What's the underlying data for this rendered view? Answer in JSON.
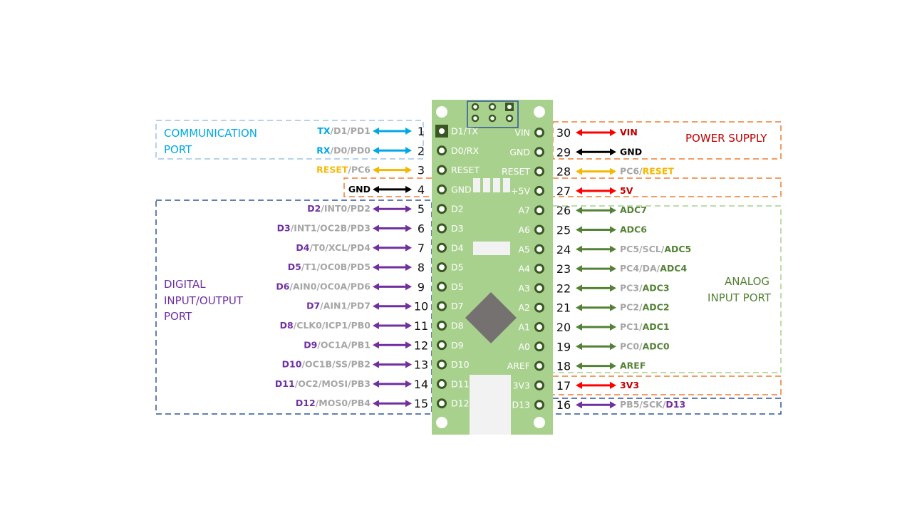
{
  "colors": {
    "board": "#a9d18e",
    "comm": "#00a9e6",
    "comm_box": "#9dc3e6",
    "power": "#c00000",
    "power_box": "#ed7d31",
    "reset": "#f5b800",
    "digital": "#7030a0",
    "digital_box": "#2f5597",
    "analog": "#548235",
    "analog_box": "#a9d18e",
    "alt": "#a6a6a6",
    "ground": "#000000",
    "supply_arrow": "#ff0000"
  },
  "groups": {
    "communication": {
      "line1": "COMMUNICATION",
      "line2": "PORT"
    },
    "power": {
      "line1": "POWER SUPPLY"
    },
    "digital": {
      "line1": "DIGITAL",
      "line2": "INPUT/OUTPUT",
      "line3": "PORT"
    },
    "analog": {
      "line1": "ANALOG",
      "line2": "INPUT PORT"
    }
  },
  "left_pins": [
    {
      "num": "1",
      "board": "D1/TX",
      "kind": "comm",
      "label": [
        {
          "t": "TX",
          "c": "comm"
        },
        {
          "t": "/D1/PD1",
          "c": "alt"
        }
      ]
    },
    {
      "num": "2",
      "board": "D0/RX",
      "kind": "comm",
      "label": [
        {
          "t": "RX",
          "c": "comm"
        },
        {
          "t": "/D0/PD0",
          "c": "alt"
        }
      ]
    },
    {
      "num": "3",
      "board": "RESET",
      "kind": "reset",
      "label": [
        {
          "t": "RESET",
          "c": "reset"
        },
        {
          "t": "/PC6",
          "c": "alt"
        }
      ]
    },
    {
      "num": "4",
      "board": "GND",
      "kind": "ground",
      "label": [
        {
          "t": "GND",
          "c": "ground"
        }
      ]
    },
    {
      "num": "5",
      "board": "D2",
      "kind": "digital",
      "label": [
        {
          "t": "D2",
          "c": "digital"
        },
        {
          "t": "/INT0/PD2",
          "c": "alt"
        }
      ]
    },
    {
      "num": "6",
      "board": "D3",
      "kind": "digital",
      "label": [
        {
          "t": "D3",
          "c": "digital"
        },
        {
          "t": "/INT1/OC2B/PD3",
          "c": "alt"
        }
      ]
    },
    {
      "num": "7",
      "board": "D4",
      "kind": "digital",
      "label": [
        {
          "t": "D4",
          "c": "digital"
        },
        {
          "t": "/T0/XCL/PD4",
          "c": "alt"
        }
      ]
    },
    {
      "num": "8",
      "board": "D5",
      "kind": "digital",
      "label": [
        {
          "t": "D5",
          "c": "digital"
        },
        {
          "t": "/T1/OC0B/PD5",
          "c": "alt"
        }
      ]
    },
    {
      "num": "9",
      "board": "D5",
      "kind": "digital",
      "label": [
        {
          "t": "D6",
          "c": "digital"
        },
        {
          "t": "/AIN0/OC0A/PD6",
          "c": "alt"
        }
      ]
    },
    {
      "num": "10",
      "board": "D7",
      "kind": "digital",
      "label": [
        {
          "t": "D7",
          "c": "digital"
        },
        {
          "t": "/AIN1/PD7",
          "c": "alt"
        }
      ]
    },
    {
      "num": "11",
      "board": "D8",
      "kind": "digital",
      "label": [
        {
          "t": "D8",
          "c": "digital"
        },
        {
          "t": "/CLK0/ICP1/PB0",
          "c": "alt"
        }
      ]
    },
    {
      "num": "12",
      "board": "D9",
      "kind": "digital",
      "label": [
        {
          "t": "D9",
          "c": "digital"
        },
        {
          "t": "/OC1A/PB1",
          "c": "alt"
        }
      ]
    },
    {
      "num": "13",
      "board": "D10",
      "kind": "digital",
      "label": [
        {
          "t": "D10",
          "c": "digital"
        },
        {
          "t": "/OC1B/SS/PB2",
          "c": "alt"
        }
      ]
    },
    {
      "num": "14",
      "board": "D11",
      "kind": "digital",
      "label": [
        {
          "t": "D11",
          "c": "digital"
        },
        {
          "t": "/OC2/MOSI/PB3",
          "c": "alt"
        }
      ]
    },
    {
      "num": "15",
      "board": "D12",
      "kind": "digital",
      "label": [
        {
          "t": "D12",
          "c": "digital"
        },
        {
          "t": "/MOS0/PB4",
          "c": "alt"
        }
      ]
    }
  ],
  "right_pins": [
    {
      "num": "30",
      "board": "VIN",
      "kind": "power",
      "label": [
        {
          "t": "VIN",
          "c": "power"
        }
      ]
    },
    {
      "num": "29",
      "board": "GND",
      "kind": "ground",
      "label": [
        {
          "t": "GND",
          "c": "ground"
        }
      ]
    },
    {
      "num": "28",
      "board": "RESET",
      "kind": "reset",
      "label": [
        {
          "t": "PC6/",
          "c": "alt"
        },
        {
          "t": "RESET",
          "c": "reset"
        }
      ]
    },
    {
      "num": "27",
      "board": "+5V",
      "kind": "power",
      "label": [
        {
          "t": "5V",
          "c": "power"
        }
      ]
    },
    {
      "num": "26",
      "board": "A7",
      "kind": "analog",
      "label": [
        {
          "t": "ADC7",
          "c": "analog"
        }
      ]
    },
    {
      "num": "25",
      "board": "A6",
      "kind": "analog",
      "label": [
        {
          "t": "ADC6",
          "c": "analog"
        }
      ]
    },
    {
      "num": "24",
      "board": "A5",
      "kind": "analog",
      "label": [
        {
          "t": "PC5/SCL/",
          "c": "alt"
        },
        {
          "t": "ADC5",
          "c": "analog"
        }
      ]
    },
    {
      "num": "23",
      "board": "A4",
      "kind": "analog",
      "label": [
        {
          "t": "PC4/DA/",
          "c": "alt"
        },
        {
          "t": "ADC4",
          "c": "analog"
        }
      ]
    },
    {
      "num": "22",
      "board": "A3",
      "kind": "analog",
      "label": [
        {
          "t": "PC3/",
          "c": "alt"
        },
        {
          "t": "ADC3",
          "c": "analog"
        }
      ]
    },
    {
      "num": "21",
      "board": "A2",
      "kind": "analog",
      "label": [
        {
          "t": "PC2/",
          "c": "alt"
        },
        {
          "t": "ADC2",
          "c": "analog"
        }
      ]
    },
    {
      "num": "20",
      "board": "A1",
      "kind": "analog",
      "label": [
        {
          "t": "PC1/",
          "c": "alt"
        },
        {
          "t": "ADC1",
          "c": "analog"
        }
      ]
    },
    {
      "num": "19",
      "board": "A0",
      "kind": "analog",
      "label": [
        {
          "t": "PC0/",
          "c": "alt"
        },
        {
          "t": "ADC0",
          "c": "analog"
        }
      ]
    },
    {
      "num": "18",
      "board": "AREF",
      "kind": "analog",
      "label": [
        {
          "t": "AREF",
          "c": "analog"
        }
      ]
    },
    {
      "num": "17",
      "board": "3V3",
      "kind": "power",
      "label": [
        {
          "t": "3V3",
          "c": "power"
        }
      ]
    },
    {
      "num": "16",
      "board": "D13",
      "kind": "digital",
      "label": [
        {
          "t": "PB5/SCK/",
          "c": "alt"
        },
        {
          "t": "D13",
          "c": "digital"
        }
      ]
    }
  ]
}
